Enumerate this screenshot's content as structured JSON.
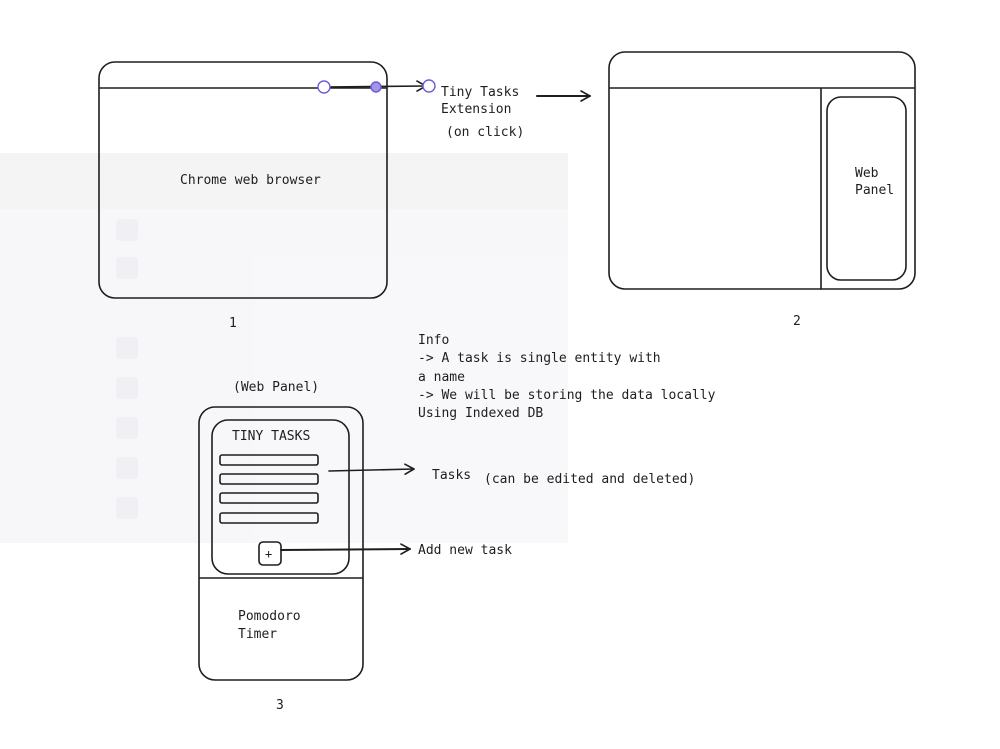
{
  "diagram": {
    "browser_label": "Chrome web browser",
    "step1_number": "1",
    "extension_label_line1": "Tiny Tasks",
    "extension_label_line2": "Extension",
    "extension_label_line3": "(on click)",
    "web_panel_line1": "Web",
    "web_panel_line2": "Panel",
    "step2_number": "2",
    "info_lines": [
      "Info",
      "-> A task is single entity with",
      "a name",
      "-> We will be storing the data locally",
      "Using Indexed DB"
    ],
    "panel_caption": "(Web Panel)",
    "panel_title": "TINY TASKS",
    "add_symbol": "+",
    "tasks_label": "Tasks",
    "tasks_note": "(can be edited and deleted)",
    "add_task_label": "Add new task",
    "pomodoro_line1": "Pomodoro",
    "pomodoro_line2": "Timer",
    "step3_number": "3"
  },
  "colors": {
    "stroke": "#1e1e1e",
    "accent": "#6f5bd6",
    "accent_fill": "#a493e8",
    "ghost": "#f7f7f9"
  }
}
